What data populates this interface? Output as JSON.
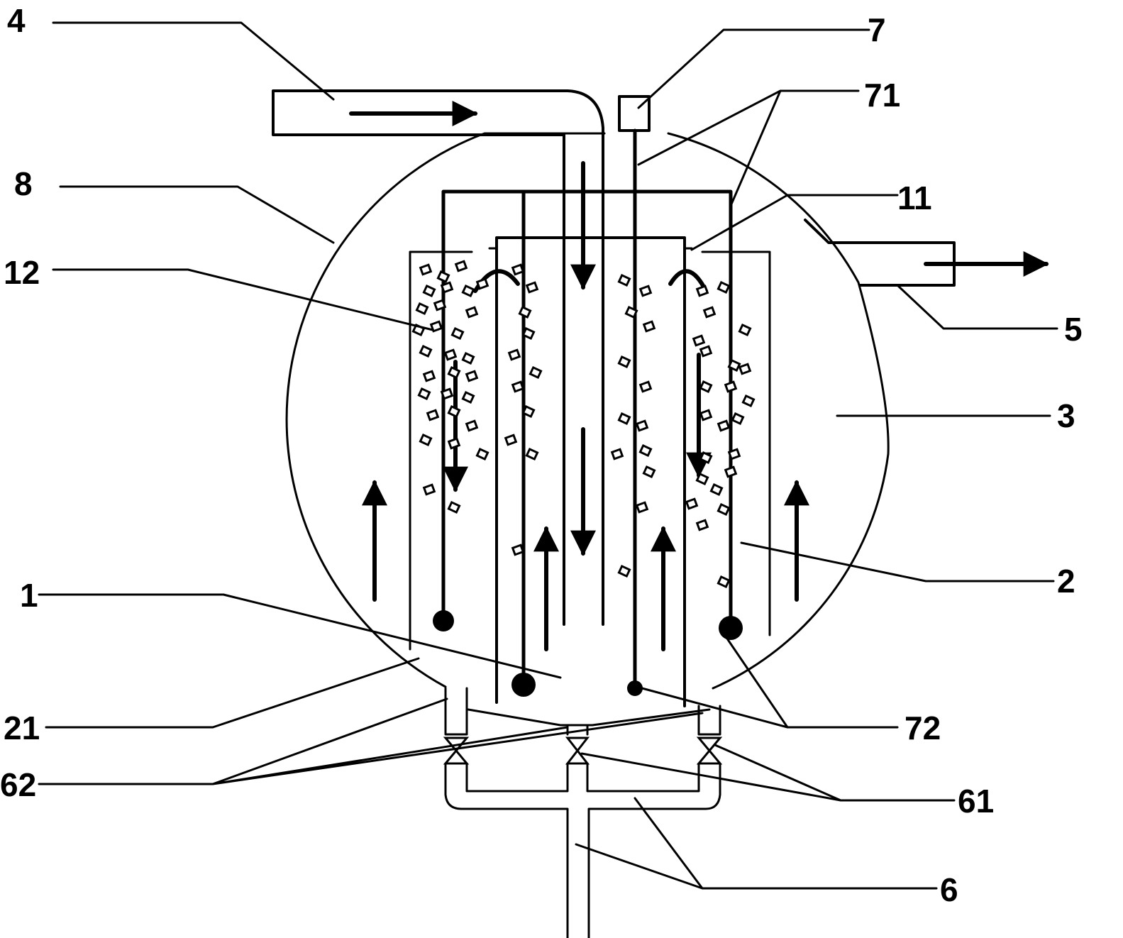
{
  "labels": {
    "l4": "4",
    "l7": "7",
    "l71": "71",
    "l8": "8",
    "l11": "11",
    "l12": "12",
    "l5": "5",
    "l3": "3",
    "l2": "2",
    "l1": "1",
    "l21": "21",
    "l72": "72",
    "l62": "62",
    "l61": "61",
    "l6": "6"
  },
  "colors": {
    "line": "#000000",
    "background": "#ffffff"
  }
}
